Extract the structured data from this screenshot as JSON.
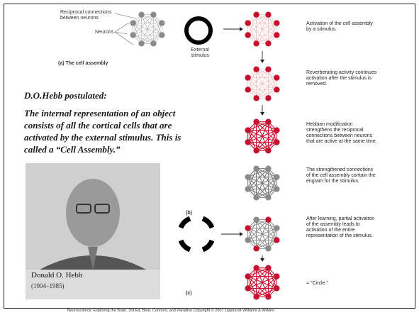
{
  "labels": {
    "reciprocal": "Reciprocal connections between neurons",
    "neurons": "Neurons",
    "panel_a": "(a) The cell assembly",
    "external": "External stimulus",
    "panel_b": "(b)",
    "panel_c": "(c)"
  },
  "captions": {
    "activation": "Activation of the cell assembly by a stimulus.",
    "reverberating": "Reverberating activity continues activation after the stimulus is removed.",
    "hebbian": "Hebbian modification strengthens the reciprocal connections between neurons that are active at the same time.",
    "strengthened": "The strengthened connections of the cell assembly contain the engram for the stimulus.",
    "after_learning": "After learning, partial activation of the assembly leads to activation of the entire representation of the stimulus.",
    "circle": "= \"Circle.\""
  },
  "hebb": {
    "title": "D.O.Hebb postulated:",
    "statement": "The internal representation of an object consists of all the cortical cells that are activated by the external stimulus.  This is called a “Cell Assembly.”"
  },
  "photo": {
    "name": "Donald O. Hebb",
    "years": "(1904–1985)"
  },
  "footer": "Neuroscience: Exploring the Brain, 3rd Ed, Bear, Connors, and Paradiso Copyright © 2007 Lippincott Williams & Wilkins",
  "colors": {
    "gray_node": "#8a8a8a",
    "red_node": "#c8102e",
    "pale_link": "#f2b8b8",
    "strong_link": "#c8102e",
    "gray_link": "#b5b5b5"
  }
}
